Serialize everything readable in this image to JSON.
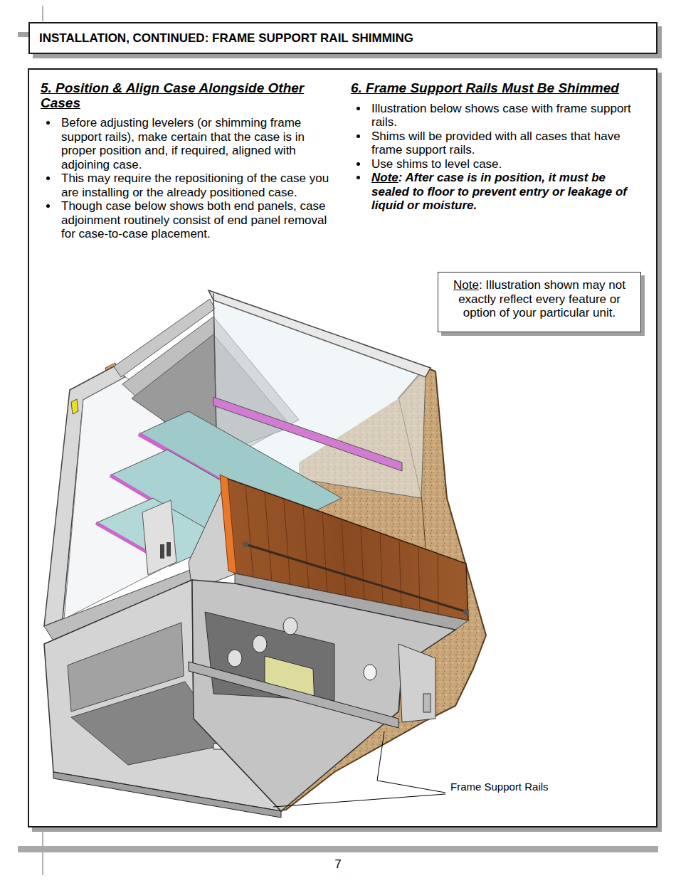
{
  "diagram": {
    "nodes": [
      {
        "text": [
          "INSTALLATION, CONTINUED: FRAME SUPPORT RAIL SHIMMING"
        ]
      },
      {
        "text": [
          "5. Position & Align Case Alongside Other Cases",
          "Before adjusting levelers (or shimming frame support rails), make certain that the case is in proper position and, if required, aligned with adjoining case.",
          "This may require the repositioning of the case you are installing or the already positioned case.",
          "Though case below shows both end panels, case adjoinment routinely consist of end panel removal for case-to-case placement.",
          "6. Frame Support Rails Must Be Shimmed",
          "Illustration below shows case with frame support rails.",
          "Shims will be provided with all cases that have frame support rails.",
          "Use shims to level case.",
          "Note",
          ": After case is in position, it must be sealed to floor to prevent entry or leakage of liquid or moisture."
        ]
      },
      {
        "text": [
          "Note",
          ": Illustration shown may not exactly reflect every feature or option of your particular unit."
        ],
        "in": 1
      }
    ],
    "labels": [
      "Frame Support Rails",
      "7"
    ]
  }
}
